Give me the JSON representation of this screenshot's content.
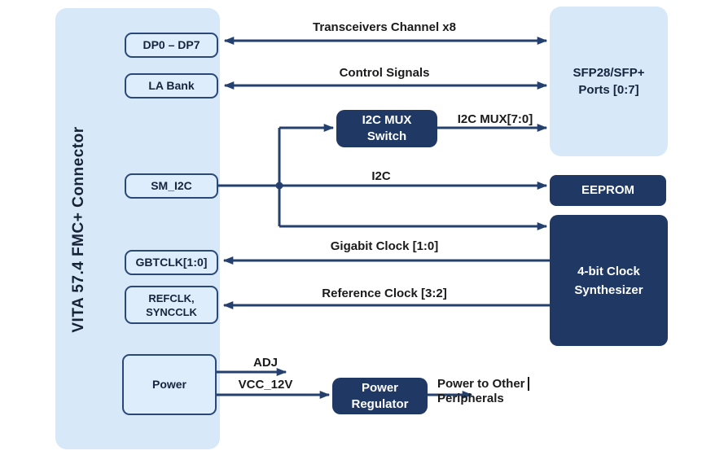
{
  "colors": {
    "panel_fill": "#D7E8F8",
    "light_box_fill": "#DEEDFB",
    "dark_box_fill": "#1F3864",
    "line_color": "#24406E",
    "label_text": "#1A1A1A",
    "dark_box_text": "#FFFFFF"
  },
  "connector": {
    "label": "VITA 57.4 FMC+ Connector"
  },
  "fmc_ports": {
    "dp": "DP0 – DP7",
    "la": "LA Bank",
    "sm_i2c": "SM_I2C",
    "gbtclk": "GBTCLK[1:0]",
    "refclk_line1": "REFCLK,",
    "refclk_line2": "SYNCCLK",
    "power": "Power"
  },
  "blocks": {
    "sfp": {
      "line1": "SFP28/SFP+",
      "line2": "Ports [0:7]"
    },
    "i2c_mux": {
      "line1": "I2C MUX",
      "line2": "Switch"
    },
    "eeprom": {
      "label": "EEPROM"
    },
    "clock_synth": {
      "line1": "4-bit Clock",
      "line2": "Synthesizer"
    },
    "power_reg": {
      "line1": "Power",
      "line2": "Regulator"
    }
  },
  "signals": {
    "transceivers": "Transceivers Channel x8",
    "control": "Control Signals",
    "i2c_mux_bus": "I2C MUX[7:0]",
    "i2c": "I2C",
    "gigabit_clock": "Gigabit Clock [1:0]",
    "reference_clock": "Reference Clock [3:2]",
    "adj": "ADJ",
    "vcc_12v": "VCC_12V",
    "power_out": "Power to Other Peripherals"
  }
}
